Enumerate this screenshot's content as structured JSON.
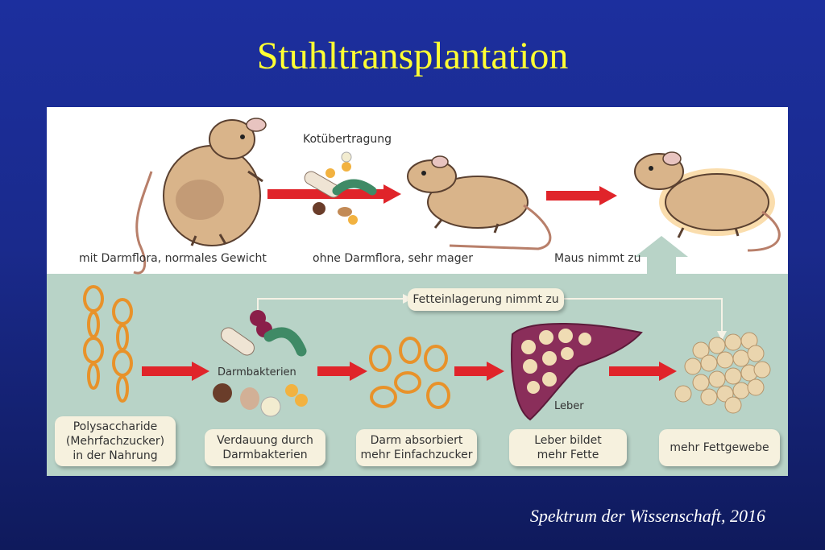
{
  "title": "Stuhltransplantation",
  "top_row": {
    "transfer_label": "Kotübertragung",
    "mouse1_caption": "mit Darmflora, normales Gewicht",
    "mouse2_caption": "ohne Darmflora, sehr mager",
    "mouse3_caption": "Maus nimmt zu"
  },
  "bottom_row": {
    "feedback_label": "Fetteinlagerung nimmt zu",
    "bacteria_label": "Darmbakterien",
    "liver_label": "Leber",
    "steps": [
      "Polysaccharide\n(Mehrfachzucker)\nin der Nahrung",
      "Verdauung durch\nDarmbakterien",
      "Darm absorbiert\nmehr Einfachzucker",
      "Leber bildet\nmehr Fette",
      "mehr Fettgewebe"
    ]
  },
  "credit": "Spektrum der Wissenschaft, 2016",
  "colors": {
    "title": "#ffff33",
    "arrow": "#e0242a",
    "panel_bottom": "#b8d3c7",
    "chain": "#e8922a"
  }
}
